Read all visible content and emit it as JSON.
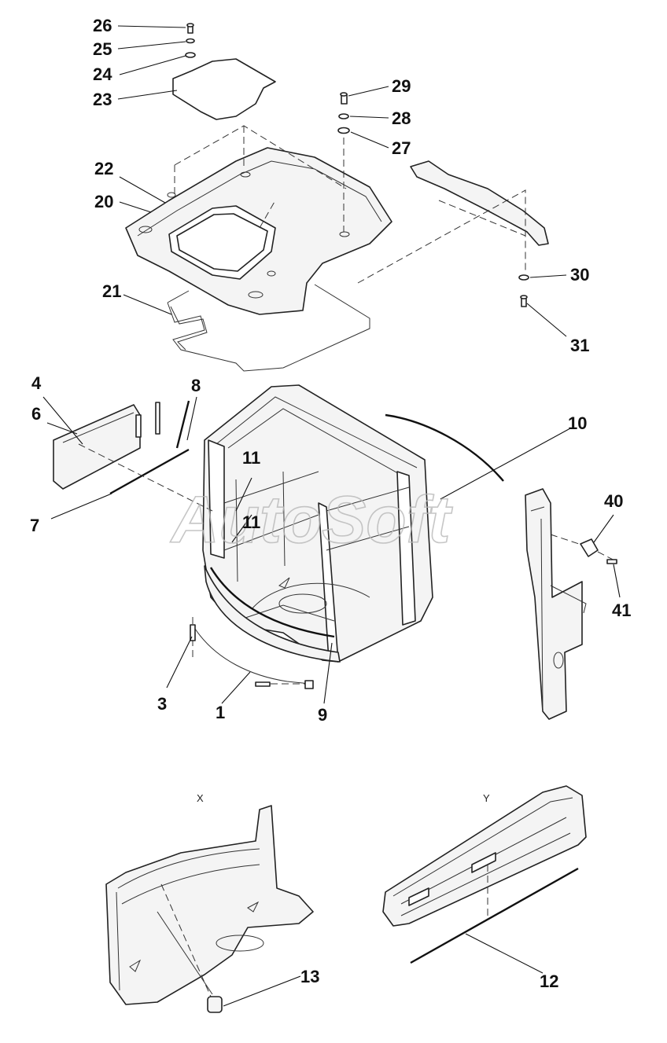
{
  "watermark": "AutoSoft",
  "views": {
    "x": "X",
    "y": "Y"
  },
  "callouts": {
    "c1": "1",
    "c3": "3",
    "c4": "4",
    "c6": "6",
    "c7": "7",
    "c8": "8",
    "c9": "9",
    "c10": "10",
    "c11a": "11",
    "c11b": "11",
    "c12": "12",
    "c13": "13",
    "c20": "20",
    "c21": "21",
    "c22": "22",
    "c23": "23",
    "c24": "24",
    "c25": "25",
    "c26": "26",
    "c27": "27",
    "c28": "28",
    "c29": "29",
    "c30": "30",
    "c31": "31",
    "c40": "40",
    "c41": "41"
  },
  "colors": {
    "line": "#222222",
    "watermark": "#b8b8b8",
    "background": "#ffffff"
  }
}
